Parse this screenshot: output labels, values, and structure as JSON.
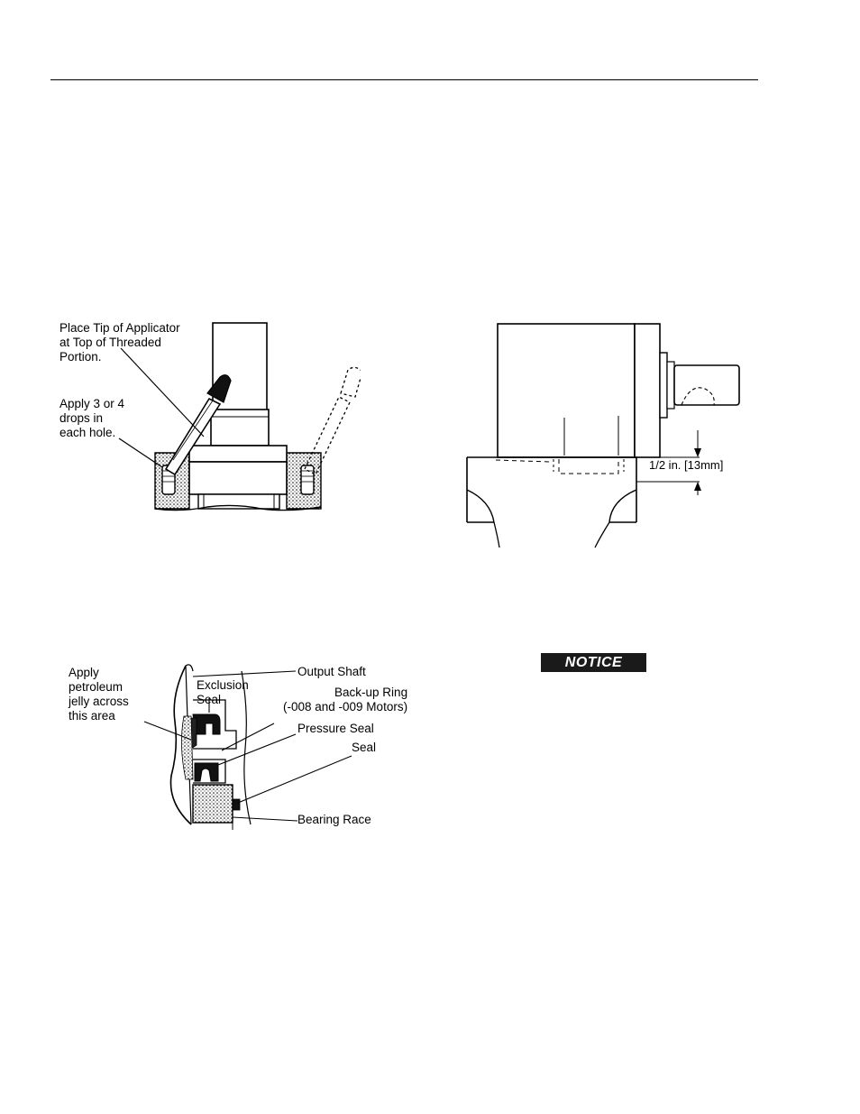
{
  "figure1": {
    "label_tip": "Place Tip of Applicator\nat Top of Threaded\nPortion.",
    "label_drops": "Apply 3 or 4\ndrops in\neach hole."
  },
  "figure2": {
    "dimension": "1/2 in. [13mm]"
  },
  "figure3": {
    "label_apply": "Apply\npetroleum\njelly across\nthis area",
    "label_exclusion": "Exclusion\nSeal",
    "label_output_shaft": "Output Shaft",
    "label_backup": "Back-up Ring\n(-008 and -009 Motors)",
    "label_pressure": "Pressure Seal",
    "label_seal": "Seal",
    "label_bearing": "Bearing Race"
  },
  "notice": "NOTICE"
}
